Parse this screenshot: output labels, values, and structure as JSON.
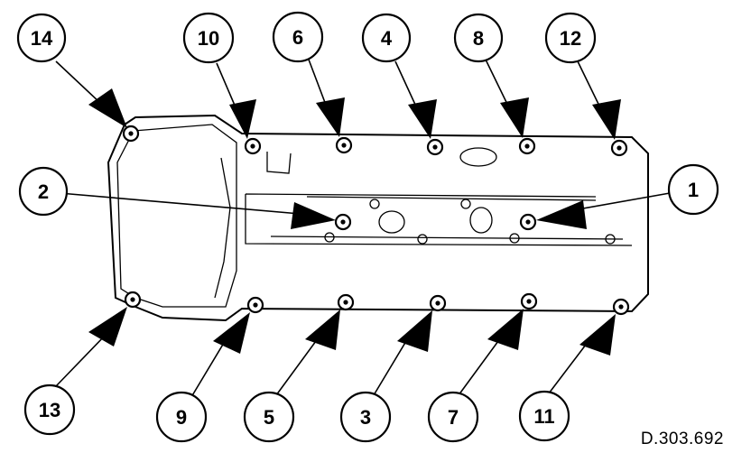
{
  "figure_ref": "D.303.692",
  "callouts": [
    {
      "label": "14"
    },
    {
      "label": "10"
    },
    {
      "label": "6"
    },
    {
      "label": "4"
    },
    {
      "label": "8"
    },
    {
      "label": "12"
    },
    {
      "label": "2"
    },
    {
      "label": "1"
    },
    {
      "label": "13"
    },
    {
      "label": "9"
    },
    {
      "label": "5"
    },
    {
      "label": "3"
    },
    {
      "label": "7"
    },
    {
      "label": "11"
    }
  ],
  "colors": {
    "line": "#000000",
    "background": "#ffffff"
  }
}
